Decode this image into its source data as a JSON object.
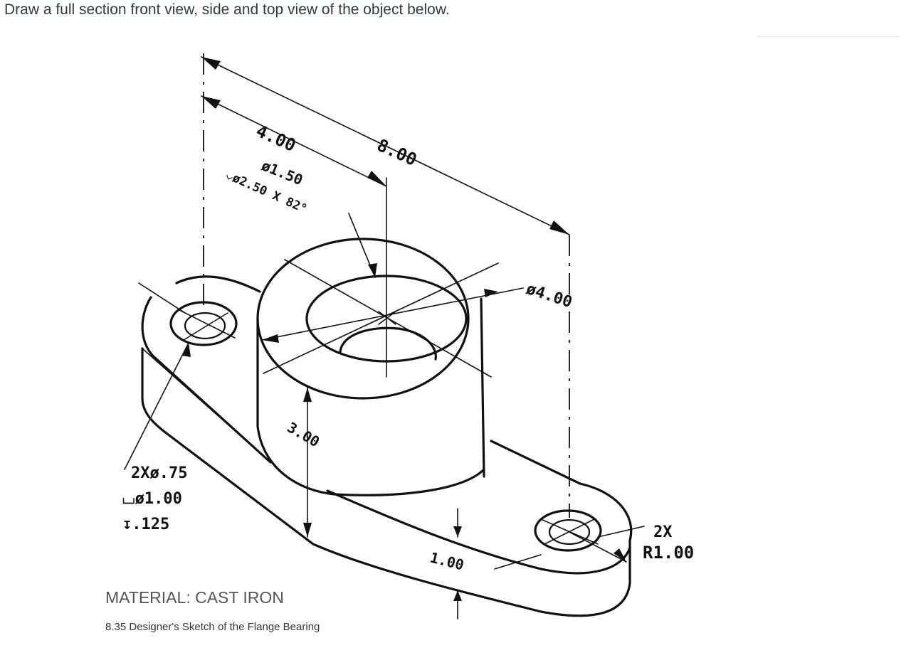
{
  "question": "Draw a full section front view, side and top view of the object below.",
  "drawing": {
    "dims": {
      "overall_length": "8.00",
      "hole_spacing": "4.00",
      "bore_dia": "ø1.50",
      "csk": "⌵ø2.50 X 82°",
      "boss_dia": "ø4.00",
      "boss_height": "3.00",
      "flange_thickness": "1.00",
      "holes_line1": "2Xø.75",
      "holes_line2": "⌴ø1.00",
      "holes_line3": "↧.125",
      "radius_line1": "2X",
      "radius_line2": "R1.00"
    },
    "material": "MATERIAL: CAST IRON",
    "caption": "8.35 Designer's Sketch of the Flange Bearing"
  }
}
